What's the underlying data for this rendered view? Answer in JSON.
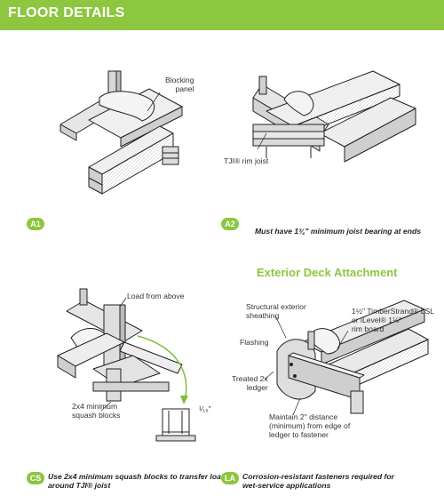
{
  "header": {
    "title": "FLOOR DETAILS",
    "color": "#8dc63f"
  },
  "a1": {
    "badge": "A1",
    "label_blocking": "Blocking\npanel"
  },
  "a2": {
    "badge": "A2",
    "label_rim": "TJI® rim joist",
    "caption": "Must have 1¾\" minimum joist bearing at ends"
  },
  "cs": {
    "badge": "CS",
    "label_load": "Load from above",
    "label_squash": "2x4 minimum\nsquash blocks",
    "label_gap": "¹⁄₁₆\"",
    "caption": "Use 2x4 minimum squash blocks to transfer load\naround TJI® joist"
  },
  "la": {
    "section_title": "Exterior Deck Attachment",
    "badge": "LA",
    "label_sheathing": "Structural exterior\nsheathing",
    "label_flashing": "Flashing",
    "label_ledger": "Treated 2x\nledger",
    "label_timberstrand": "1½\" TimberStrand® LSL\nor iLevel® 1⅛\"\nrim board",
    "label_distance": "Maintain 2\" distance\n(minimum) from edge of\nledger to fastener",
    "caption": "Corrosion-resistant fasteners required for\nwet-service applications"
  }
}
